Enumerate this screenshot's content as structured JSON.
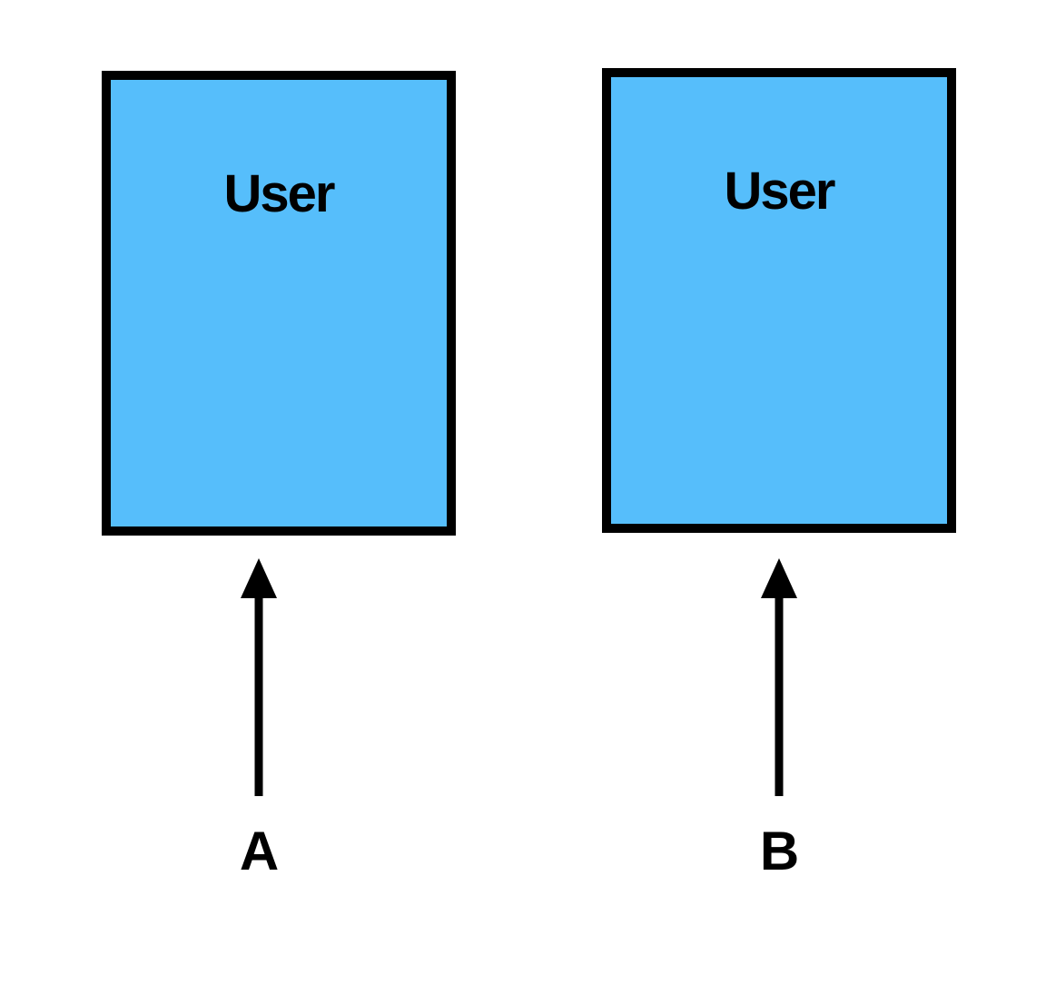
{
  "diagram": {
    "background_color": "#ffffff",
    "node_fill_color": "#56BEFB",
    "stroke_color": "#000000",
    "nodes": [
      {
        "id": "user-a",
        "label": "User"
      },
      {
        "id": "user-b",
        "label": "User"
      }
    ],
    "arrows": [
      {
        "id": "a",
        "label": "A",
        "direction": "up",
        "points_to": "user-a"
      },
      {
        "id": "b",
        "label": "B",
        "direction": "up",
        "points_to": "user-b"
      }
    ]
  }
}
